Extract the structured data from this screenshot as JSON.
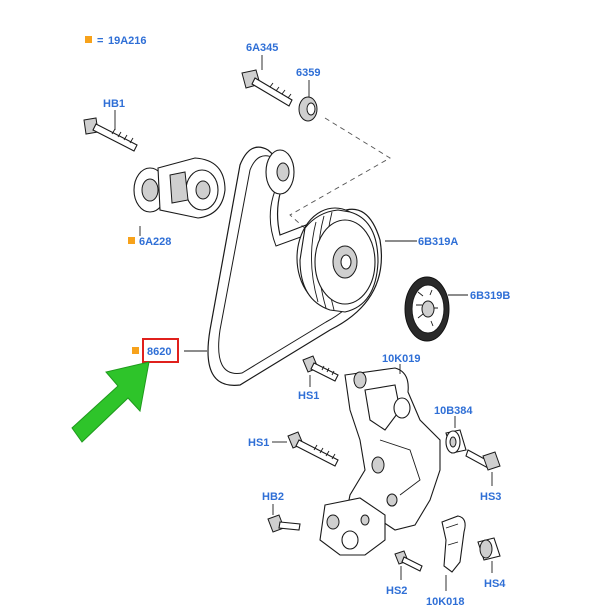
{
  "colors": {
    "label_blue": "#2f6fd6",
    "marker_orange": "#f7a21b",
    "highlight_red": "#e0201c",
    "arrow_green": "#2ec42a",
    "line": "#1a1a1a"
  },
  "labels": {
    "l_19a216": "19A216",
    "l_6a345": "6A345",
    "l_6359": "6359",
    "l_hb1": "HB1",
    "l_6a228": "6A228",
    "l_6b319a": "6B319A",
    "l_6b319b": "6B319B",
    "l_8620": "8620",
    "l_10k019": "10K019",
    "l_hs1a": "HS1",
    "l_10b384": "10B384",
    "l_hs1b": "HS1",
    "l_hs3": "HS3",
    "l_hb2": "HB2",
    "l_hs2": "HS2",
    "l_hs4": "HS4",
    "l_10k018": "10K018"
  },
  "legend": {
    "separator": "="
  }
}
